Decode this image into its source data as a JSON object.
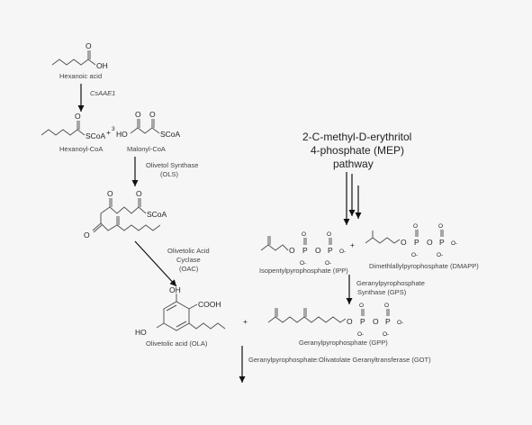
{
  "compounds": {
    "hexanoic_acid": "Hexanoic acid",
    "hexanoyl_coa": "Hexanoyl-CoA",
    "malonyl_coa": "Malonyl-CoA",
    "olivetolic_acid": "Olivetolic acid (OLA)",
    "ipp": "Isopentylpyrophosphate (IPP)",
    "dmapp": "Dimethlallylpyrophosphate (DMAPP)",
    "gpp": "Geranylpyrophosphate (GPP)"
  },
  "enzymes": {
    "csaae1": "CsAAE1",
    "ols_line1": "Olivetol Synthase",
    "ols_line2": "(OLS)",
    "oac_line1": "Olivetolic Acid",
    "oac_line2": "Cyclase",
    "oac_line3": "(OAC)",
    "gps_line1": "Geranylpyrophosphate",
    "gps_line2": "Synthase (GPS)",
    "got": "Geranylpyrophosphate:Olivatolate Geranyltransferase (GOT)"
  },
  "pathway": {
    "mep_line1": "2-C-methyl-D-erythritol",
    "mep_line2": "4-phosphate (MEP)",
    "mep_line3": "pathway"
  },
  "atoms": {
    "o": "O",
    "oh": "OH",
    "ho": "HO",
    "scoa": "SCoA",
    "cooh": "COOH",
    "p": "P",
    "o_minus": "O-",
    "plus": "+",
    "scoa_plus": "SCoA+ 3",
    "ho_3": "HO"
  }
}
